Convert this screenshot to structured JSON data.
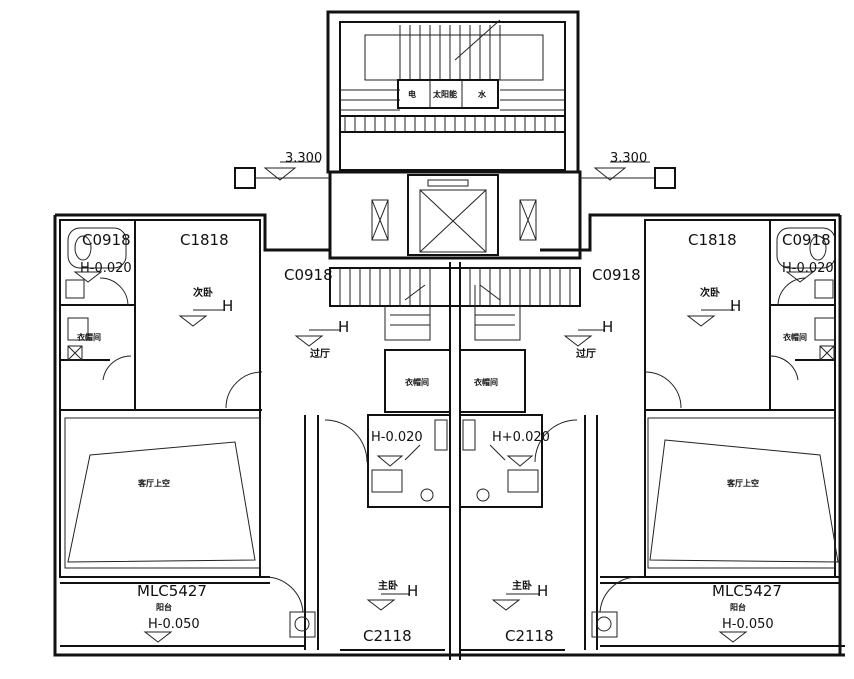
{
  "levels": {
    "top_left": "3.300",
    "top_right": "3.300",
    "bath_left": "H-0.020",
    "bath_right": "H-0.020",
    "center_left": "H-0.020",
    "center_right": "H+0.020",
    "balcony_left": "H-0.050",
    "balcony_right": "H-0.050"
  },
  "windows": {
    "c0918_bath_left": "C0918",
    "c0918_bath_right": "C0918",
    "c1818_left": "C1818",
    "c1818_right": "C1818",
    "c0918_stair_left": "C0918",
    "c0918_stair_right": "C0918",
    "mlc_left": "MLC5427",
    "mlc_right": "MLC5427",
    "c2118_left": "C2118",
    "c2118_right": "C2118"
  },
  "rooms": {
    "bedroom_left": "次卧",
    "bedroom_right": "次卧",
    "laundry_left": "衣帽间",
    "laundry_right": "衣帽间",
    "hall_left": "过厅",
    "hall_right": "过厅",
    "center_left": "衣帽间",
    "center_right": "衣帽间",
    "void_left": "客厅上空",
    "void_right": "客厅上空",
    "balcony_left": "阳台",
    "balcony_right": "阳台",
    "master_left": "主卧",
    "master_right": "主卧"
  },
  "shaft": {
    "elec": "电",
    "solar": "太阳能",
    "water": "水"
  },
  "floor_mark": "H"
}
